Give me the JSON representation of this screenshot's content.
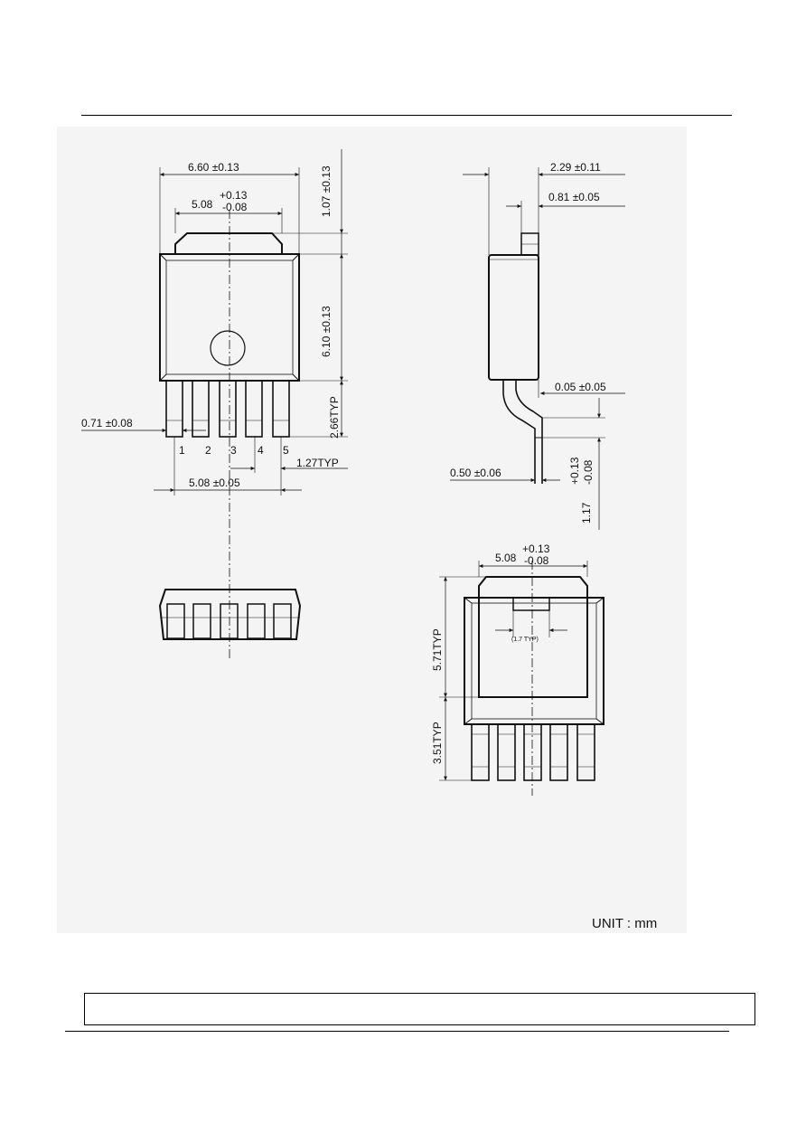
{
  "drawing": {
    "front": {
      "width": "6.60 ±0.13",
      "tab_width": "5.08",
      "tab_width_plus": "+0.13",
      "tab_width_minus": "-0.08",
      "tab_height": "1.07 ±0.13",
      "body_height": "6.10 ±0.13",
      "lead_length": "2.66TYP",
      "lead_width": "0.71 ±0.08",
      "pin_labels": [
        "1",
        "2",
        "3",
        "4",
        "5"
      ],
      "pitch": "1.27TYP",
      "lead_span": "5.08 ±0.05"
    },
    "side": {
      "thickness": "2.29 ±0.11",
      "tab_thickness": "0.81 ±0.05",
      "standoff": "0.05 ±0.05",
      "lead_thickness": "0.50 ±0.06",
      "lead_bend_base": "1.17",
      "lead_bend_plus": "+0.13",
      "lead_bend_minus": "-0.08"
    },
    "bottom": {
      "tab_width": "5.08",
      "tab_width_plus": "+0.13",
      "tab_width_minus": "-0.08",
      "tab_length": "5.71TYP",
      "lead_length": "3.51TYP",
      "mark_width": "(1.7 TYP)"
    }
  },
  "unit_label": "UNIT : mm"
}
